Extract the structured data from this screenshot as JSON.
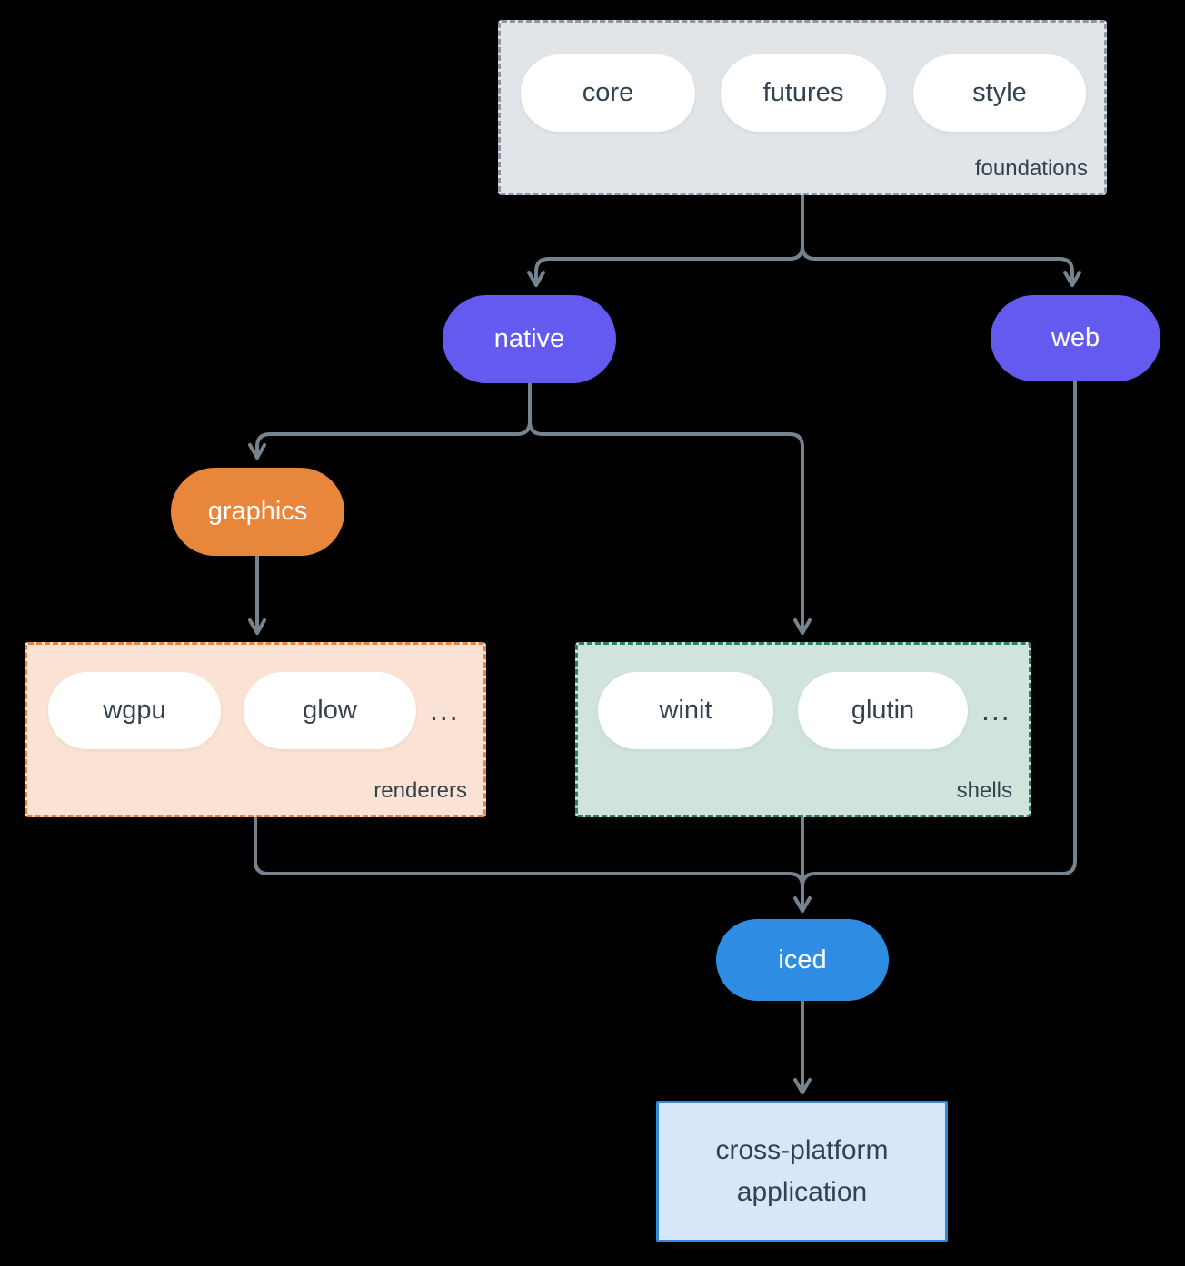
{
  "diagram": {
    "kind": "architecture-diagram",
    "subject": "iced ecosystem overview"
  },
  "colors": {
    "background": "#000000",
    "arrow": "#77828f",
    "slate_text": "#33424f",
    "purple": "#655af0",
    "orange": "#e8863c",
    "blue": "#2e8de2",
    "foundations_fill": "#e1e5e8",
    "foundations_border": "#8a98a6",
    "renderers_fill": "#fae3d5",
    "renderers_border": "#e8823c",
    "shells_fill": "#d1e3dd",
    "shells_border": "#2e7d6e",
    "app_fill": "#d7e7f9",
    "app_border": "#2e8bdb",
    "pill_fill": "#ffffff",
    "white_text": "#ffffff"
  },
  "groups": {
    "foundations": {
      "label": "foundations",
      "items": [
        "core",
        "futures",
        "style"
      ]
    },
    "renderers": {
      "label": "renderers",
      "items": [
        "wgpu",
        "glow"
      ],
      "ellipsis": "..."
    },
    "shells": {
      "label": "shells",
      "items": [
        "winit",
        "glutin"
      ],
      "ellipsis": "..."
    }
  },
  "nodes": {
    "native": "native",
    "web": "web",
    "graphics": "graphics",
    "iced": "iced",
    "application": "cross-platform application"
  },
  "edges": [
    {
      "from": "foundations",
      "to": "native"
    },
    {
      "from": "foundations",
      "to": "web"
    },
    {
      "from": "native",
      "to": "graphics"
    },
    {
      "from": "native",
      "to": "shells"
    },
    {
      "from": "graphics",
      "to": "renderers"
    },
    {
      "from": "renderers",
      "to": "iced"
    },
    {
      "from": "shells",
      "to": "iced"
    },
    {
      "from": "web",
      "to": "iced"
    },
    {
      "from": "iced",
      "to": "application"
    }
  ]
}
